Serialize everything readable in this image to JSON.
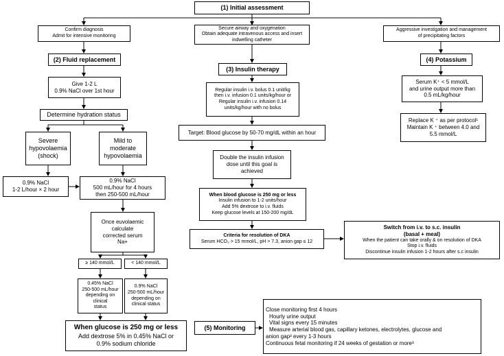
{
  "flowchart": {
    "initial_assessment": "(1) Initial assessment",
    "confirm": [
      "Confirm diagnosis",
      "Admit for intensive monitoring"
    ],
    "airway": [
      "Secure airway and oxygenation",
      "Obtain adequate intravenous access and insert",
      "indwelling catheter"
    ],
    "investigate": [
      "Aggressive investigation and management",
      "of precipitating factors"
    ],
    "fluid_header": "(2) Fluid replacement",
    "give": [
      "Give 1-2 L",
      "0.9% NaCl over 1st hour"
    ],
    "hydration": "Determine hydration status",
    "severe": [
      "Severe",
      "hypovolaemia",
      "(shock)"
    ],
    "mild": [
      "Mild to",
      "moderate",
      "hypovolaemia"
    ],
    "shock_fluid": [
      "0.9% NaCl",
      "1-2 L/hour × 2 hour"
    ],
    "mild_fluid": [
      "0.9% NaCl",
      "500 mL/hour for 4 hours",
      "then 250-500 mL/hour"
    ],
    "euvolaemic": [
      "Once euvolaemic",
      "calculate",
      "corrected serum",
      "Na+"
    ],
    "high_na": "≥ 140 mmol/L",
    "low_na": "< 140 mmol/L",
    "high_na_fluid": [
      "0.45% NaCl",
      "250-500 mL/hour",
      "depending on clinical",
      "status"
    ],
    "low_na_fluid": [
      "0.9% NaCl",
      "250-500 mL/hour",
      "depending on",
      "clinical status"
    ],
    "glucose_fluid_title": "When glucose is 250 mg or less",
    "glucose_fluid": [
      "Add dextrose 5% in 0.45% NaCl or",
      "0.9% sodium chloride"
    ],
    "insulin_header": "(3) Insulin therapy",
    "regular": [
      "Regular insulin i.v. bolus 0.1 unit/kg",
      "then i.v. infusion 0.1 units/kg/hour or",
      "Regular insulin i.v. infusion 0.14",
      "units/kg/hour with no bolus"
    ],
    "target": "Target: Blood glucose by 50-70 mg/dL within an hour",
    "double": [
      "Double the insulin infusion",
      "dose until this goal is",
      "achieved"
    ],
    "insulin_glucose_title": "When blood glucose is 250 mg or less",
    "insulin_glucose": [
      "Insulin infusion to 1-2 units/hour",
      "Add 5% dextrose to i.v. fluids",
      "Keep glucose levels at 150-200 mg/dL"
    ],
    "criteria_title": "Criteria for resolution of DKA",
    "criteria": "Serum HCO₃ > 15 mmol/L, pH > 7.3, anion gap ≤ 12",
    "switch_title": [
      "Switch from i.v. to s.c. insulin",
      "(basal + meal)"
    ],
    "switch": [
      "When the patient can take orally & on resolution of DKA",
      "Stop i.v. fluids",
      "Discontinue insulin infusion 1-2 hours after s.c insulin"
    ],
    "potassium_header": "(4) Potassium",
    "serum_k": [
      "Serum K⁺ < 5 mmol/L",
      "and urine output more than",
      "0.5 mL/kg/hour"
    ],
    "replace_k": [
      "Replace K ⁺ as per protocol¹",
      "Maintain K ⁺ between 4.0 and",
      "5.5 mmol/L"
    ],
    "monitoring_header": "(5) Monitoring",
    "monitoring": [
      "Close monitoring first 4 hours",
      "Hourly urine output",
      "Vital signs every 15 minutes",
      "Measure arterial blood gas, capillary ketones, electrolytes, glucose and",
      "anion gap² every 1-3 hours",
      "Continuous fetal monitoring if 24 weeks of gestation or more³"
    ]
  },
  "colors": {
    "line": "#000000",
    "box": "#ffffff",
    "text": "#000000"
  }
}
